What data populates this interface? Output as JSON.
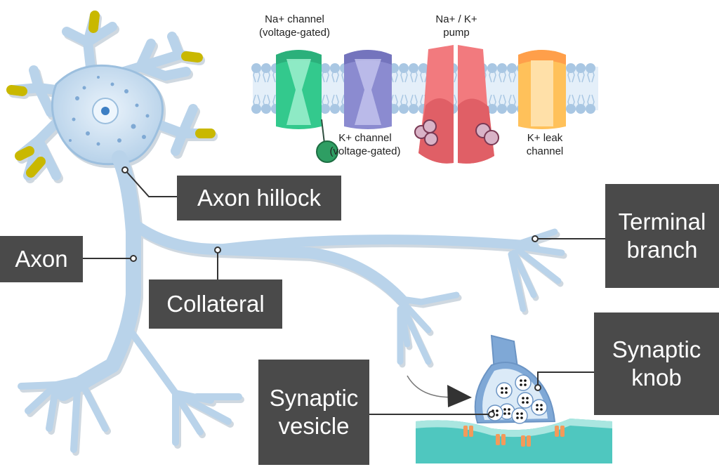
{
  "labels": {
    "axon_hillock": "Axon hillock",
    "axon": "Axon",
    "collateral": "Collateral",
    "terminal_branch": [
      "Terminal",
      "branch"
    ],
    "synaptic_knob": [
      "Synaptic",
      "knob"
    ],
    "synaptic_vesicle": [
      "Synaptic",
      "vesicle"
    ]
  },
  "channels": {
    "na_channel": [
      "Na+ channel",
      "(voltage-gated)"
    ],
    "na_k_pump": [
      "Na+ / K+",
      "pump"
    ],
    "k_channel": [
      "K+ channel",
      "(voltage-gated)"
    ],
    "k_leak": [
      "K+ leak",
      "channel"
    ]
  },
  "colors": {
    "neuron_fill": "#b9d3ea",
    "neuron_outline": "#8fb4d6",
    "dendrite_tip": "#c9b800",
    "label_box": "#4a4a4a",
    "na_channel": "#3ed49a",
    "k_channel": "#8e8ecf",
    "pump": "#f27a7e",
    "k_leak": "#ffc15a",
    "membrane_green": "#4fc7bf",
    "receptor": "#f39a5a"
  }
}
